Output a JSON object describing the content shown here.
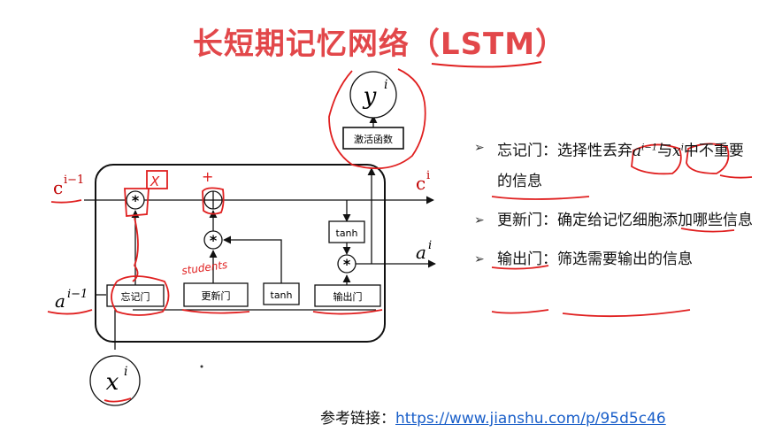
{
  "title": "长短期记忆网络（LSTM）",
  "diagram": {
    "gates": {
      "forget": "忘记门",
      "update": "更新门",
      "tanh_gate": "tanh",
      "output": "输出门",
      "activation": "激活函数",
      "tanh_top": "tanh"
    },
    "ops": {
      "mult": "*",
      "plus": "⊕"
    },
    "labels": {
      "c_prev": "c",
      "c_prev_sup": "i−1",
      "c_next": "c",
      "c_next_sup": "i",
      "a_prev": "a",
      "a_prev_sup": "i−1",
      "a_next": "a",
      "a_next_sup": "i",
      "x": "x",
      "x_sup": "i",
      "y": "y",
      "y_sup": "i"
    },
    "handwritten": {
      "x_mark": "X",
      "plus_mark": "+",
      "students": "students"
    }
  },
  "bullets": [
    {
      "label": "忘记门：选择性丢弃",
      "tail": "中不重要的信息",
      "math": [
        "a^{i-1}",
        "x^{i}"
      ]
    },
    {
      "label": "更新门：确定给记忆细胞添加哪些信息"
    },
    {
      "label": "输出门：筛选需要输出的信息"
    }
  ],
  "reference": {
    "prefix": "参考链接：",
    "url": "https://www.jianshu.com/p/95d5c46"
  },
  "colors": {
    "title": "#e2474a",
    "annotation": "#e02020",
    "link": "#1a5fc9"
  }
}
